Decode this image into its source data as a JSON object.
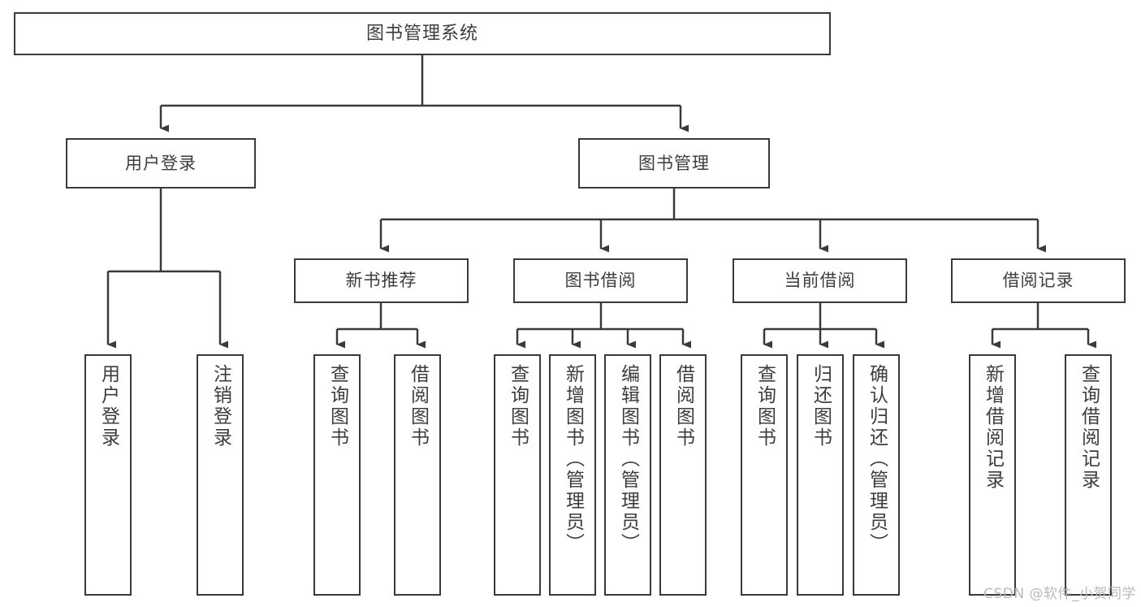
{
  "diagram": {
    "title": "图书管理系统",
    "type": "tree",
    "background_color": "#ffffff",
    "line_color": "#3a3a3a",
    "text_color": "#3d3d3d",
    "levels": 4
  },
  "nodes": {
    "root": {
      "label": "图书管理系统"
    },
    "level2": [
      {
        "label": "用户登录"
      },
      {
        "label": "图书管理"
      }
    ],
    "level3": [
      {
        "label": "新书推荐"
      },
      {
        "label": "图书借阅"
      },
      {
        "label": "当前借阅"
      },
      {
        "label": "借阅记录"
      }
    ],
    "leaves": [
      {
        "label": "用户登录",
        "parent": "用户登录"
      },
      {
        "label": "注销登录",
        "parent": "用户登录"
      },
      {
        "label": "查询图书",
        "parent": "新书推荐"
      },
      {
        "label": "借阅图书",
        "parent": "新书推荐"
      },
      {
        "label": "查询图书",
        "parent": "图书借阅"
      },
      {
        "label": "新增图书（管理员）",
        "parent": "图书借阅"
      },
      {
        "label": "编辑图书（管理员）",
        "parent": "图书借阅"
      },
      {
        "label": "借阅图书",
        "parent": "图书借阅"
      },
      {
        "label": "查询图书",
        "parent": "当前借阅"
      },
      {
        "label": "归还图书",
        "parent": "当前借阅"
      },
      {
        "label": "确认归还（管理员）",
        "parent": "当前借阅"
      },
      {
        "label": "新增借阅记录",
        "parent": "借阅记录"
      },
      {
        "label": "查询借阅记录",
        "parent": "借阅记录"
      }
    ]
  },
  "watermark": {
    "text": "CSDN @软件_小贺同学"
  }
}
